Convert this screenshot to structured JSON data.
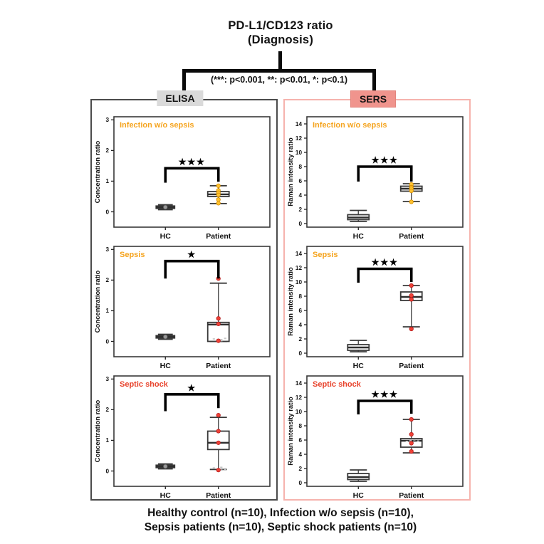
{
  "header": {
    "title_line1": "PD-L1/CD123 ratio",
    "title_line2": "(Diagnosis)",
    "pvalue_legend": "(***: p<0.001, **: p<0.01, *: p<0.1)"
  },
  "panels": [
    {
      "id": "elisa",
      "label": "ELISA",
      "chip_color": "#dadada",
      "border_color": "#4b4b4b"
    },
    {
      "id": "sers",
      "label": "SERS",
      "chip_color": "#f0948d",
      "border_color": "#f6b3ad"
    }
  ],
  "caption": {
    "line1": "Healthy control (n=10), Infection w/o sepsis (n=10),",
    "line2": "Sepsis patients (n=10), Septic shock patients (n=10)"
  },
  "colors": {
    "orange_label": "#f5a41f",
    "red_label": "#e8432c",
    "yellow_point": "#ffc230",
    "red_point": "#ee4136",
    "gray_point": "#9a9a9a",
    "bracket": "#000000"
  },
  "chart_data": [
    {
      "id": "elisa-infection",
      "panel": "ELISA",
      "type": "box",
      "title": "Infection w/o sepsis",
      "title_color": "#f5a41f",
      "ylabel": "Concentration ratio",
      "ylim": [
        -0.5,
        3.1
      ],
      "yticks": [
        0,
        1,
        2,
        3
      ],
      "categories": [
        "HC",
        "Patient"
      ],
      "significance": {
        "stars": "★★★",
        "label": "***",
        "bar_y": 1.42,
        "drop_to": [
          0.95,
          0.98
        ]
      },
      "boxes": [
        {
          "category": "HC",
          "whislo": 0.07,
          "q1": 0.11,
          "med": 0.15,
          "q3": 0.19,
          "whishi": 0.23,
          "width": 26,
          "points": [
            0.15
          ],
          "point_color": "#9a9a9a",
          "point_edge": "#6e6e6e"
        },
        {
          "category": "Patient",
          "whislo": 0.27,
          "q1": 0.5,
          "med": 0.57,
          "q3": 0.66,
          "whishi": 0.85,
          "width": 30,
          "points": [
            0.85,
            0.7,
            0.62,
            0.55,
            0.4,
            0.28
          ],
          "point_color": "#ffc230",
          "point_edge": "#d89000"
        }
      ]
    },
    {
      "id": "sers-infection",
      "panel": "SERS",
      "type": "box",
      "title": "Infection w/o sepsis",
      "title_color": "#f5a41f",
      "ylabel": "Raman intensity ratio",
      "ylim": [
        -0.5,
        15.0
      ],
      "yticks": [
        0,
        2,
        4,
        6,
        8,
        10,
        12,
        14
      ],
      "categories": [
        "HC",
        "Patient"
      ],
      "significance": {
        "stars": "★★★",
        "label": "***",
        "bar_y": 8.0,
        "drop_to": [
          5.9,
          5.9
        ]
      },
      "boxes": [
        {
          "category": "HC",
          "whislo": 0.3,
          "q1": 0.55,
          "med": 0.85,
          "q3": 1.25,
          "whishi": 1.85,
          "width": 30,
          "points": [],
          "point_color": "#9a9a9a"
        },
        {
          "category": "Patient",
          "whislo": 3.1,
          "q1": 4.55,
          "med": 4.9,
          "q3": 5.25,
          "whishi": 5.6,
          "width": 30,
          "points": [
            5.5,
            5.1,
            4.9,
            4.6,
            3.05
          ],
          "point_color": "#ffc230",
          "point_edge": "#d89000"
        }
      ]
    },
    {
      "id": "elisa-sepsis",
      "panel": "ELISA",
      "type": "box",
      "title": "Sepsis",
      "title_color": "#f5a41f",
      "ylabel": "Concentration ratio",
      "ylim": [
        -0.5,
        3.1
      ],
      "yticks": [
        0,
        1,
        2,
        3
      ],
      "categories": [
        "HC",
        "Patient"
      ],
      "significance": {
        "stars": "★",
        "label": "*",
        "bar_y": 2.62,
        "drop_to": [
          2.05,
          2.05
        ]
      },
      "boxes": [
        {
          "category": "HC",
          "whislo": 0.07,
          "q1": 0.11,
          "med": 0.15,
          "q3": 0.19,
          "whishi": 0.23,
          "width": 26,
          "points": [
            0.15
          ],
          "point_color": "#9a9a9a",
          "point_edge": "#6e6e6e"
        },
        {
          "category": "Patient",
          "whislo": 0.0,
          "q1": 0.0,
          "med": 0.55,
          "q3": 0.62,
          "whishi": 1.9,
          "width": 30,
          "jitter": [
            0.1,
            0.07,
            0.04,
            0.12,
            0.02,
            0.08,
            0.05
          ],
          "points": [
            2.05,
            0.75,
            0.57,
            0.02
          ],
          "point_color": "#ee4136",
          "point_edge": "#b71c1c"
        }
      ]
    },
    {
      "id": "sers-sepsis",
      "panel": "SERS",
      "type": "box",
      "title": "Sepsis",
      "title_color": "#f5a41f",
      "ylabel": "Raman intensity ratio",
      "ylim": [
        -0.5,
        15.0
      ],
      "yticks": [
        0,
        2,
        4,
        6,
        8,
        10,
        12,
        14
      ],
      "categories": [
        "HC",
        "Patient"
      ],
      "significance": {
        "stars": "★★★",
        "label": "***",
        "bar_y": 11.85,
        "drop_to": [
          9.9,
          10.0
        ]
      },
      "boxes": [
        {
          "category": "HC",
          "whislo": 0.2,
          "q1": 0.4,
          "med": 0.8,
          "q3": 1.2,
          "whishi": 1.8,
          "width": 30,
          "points": [],
          "point_color": "#9a9a9a"
        },
        {
          "category": "Patient",
          "whislo": 3.7,
          "q1": 7.4,
          "med": 7.9,
          "q3": 8.6,
          "whishi": 9.5,
          "width": 30,
          "points": [
            9.5,
            8.1,
            7.55,
            3.4
          ],
          "point_color": "#ee4136",
          "point_edge": "#b71c1c"
        }
      ]
    },
    {
      "id": "elisa-septic-shock",
      "panel": "ELISA",
      "type": "box",
      "title": "Septic shock",
      "title_color": "#e8432c",
      "ylabel": "Concentration ratio",
      "ylim": [
        -0.5,
        3.1
      ],
      "yticks": [
        0,
        1,
        2,
        3
      ],
      "categories": [
        "HC",
        "Patient"
      ],
      "significance": {
        "stars": "★",
        "label": "*",
        "bar_y": 2.5,
        "drop_to": [
          1.95,
          2.05
        ]
      },
      "boxes": [
        {
          "category": "HC",
          "whislo": 0.07,
          "q1": 0.11,
          "med": 0.15,
          "q3": 0.19,
          "whishi": 0.23,
          "width": 26,
          "points": [
            0.15
          ],
          "point_color": "#9a9a9a",
          "point_edge": "#6e6e6e"
        },
        {
          "category": "Patient",
          "whislo": 0.05,
          "q1": 0.7,
          "med": 0.92,
          "q3": 1.3,
          "whishi": 1.75,
          "width": 30,
          "jitter": [
            0.12,
            0.08,
            0.05,
            0.1,
            0.03,
            0.14,
            0.07
          ],
          "points": [
            1.82,
            1.3,
            0.92,
            0.03
          ],
          "point_color": "#ee4136",
          "point_edge": "#b71c1c"
        }
      ]
    },
    {
      "id": "sers-septic-shock",
      "panel": "SERS",
      "type": "box",
      "title": "Septic shock",
      "title_color": "#e8432c",
      "ylabel": "Raman intensity ratio",
      "ylim": [
        -0.5,
        15.0
      ],
      "yticks": [
        0,
        2,
        4,
        6,
        8,
        10,
        12,
        14
      ],
      "categories": [
        "HC",
        "Patient"
      ],
      "significance": {
        "stars": "★★★",
        "label": "***",
        "bar_y": 11.5,
        "drop_to": [
          9.6,
          9.7
        ]
      },
      "boxes": [
        {
          "category": "HC",
          "whislo": 0.2,
          "q1": 0.45,
          "med": 0.8,
          "q3": 1.3,
          "whishi": 1.8,
          "width": 30,
          "points": [],
          "point_color": "#9a9a9a"
        },
        {
          "category": "Patient",
          "whislo": 4.2,
          "q1": 5.0,
          "med": 5.9,
          "q3": 6.2,
          "whishi": 8.9,
          "width": 30,
          "jitter": [
            5.9,
            6.0,
            6.1,
            5.95
          ],
          "points": [
            8.9,
            6.8,
            5.55,
            4.4
          ],
          "point_color": "#ee4136",
          "point_edge": "#b71c1c"
        }
      ]
    }
  ]
}
